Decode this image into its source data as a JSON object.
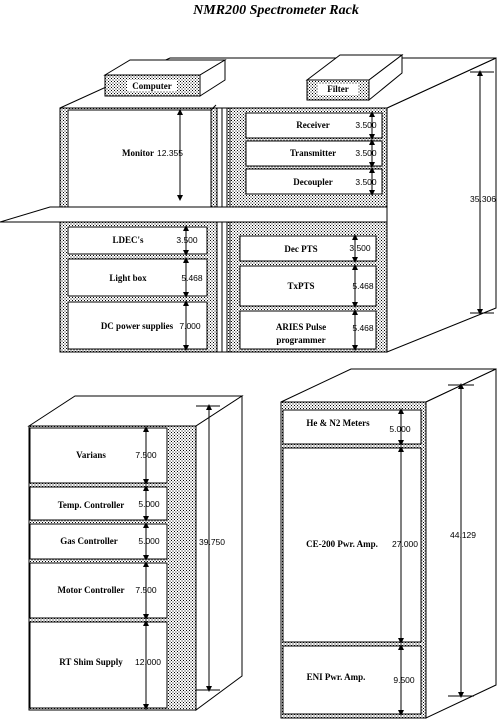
{
  "title": "NMR200 Spectrometer Rack",
  "top_rack": {
    "top_boxes": {
      "computer": "Computer",
      "filter": "Filter"
    },
    "left": {
      "monitor": {
        "label": "Monitor",
        "dim": "12.355"
      },
      "ldecs": {
        "label": "LDEC's",
        "dim": "3.500"
      },
      "light_box": {
        "label": "Light box",
        "dim": "5.468"
      },
      "dc_power": {
        "label": "DC power supplies",
        "dim": "7.000"
      }
    },
    "right": {
      "receiver": {
        "label": "Receiver",
        "dim": "3.500"
      },
      "transmitter": {
        "label": "Transmitter",
        "dim": "3.500"
      },
      "decoupler": {
        "label": "Decoupler",
        "dim": "3.500"
      },
      "dec_pts": {
        "label": "Dec PTS",
        "dim": "3.500"
      },
      "tx_pts": {
        "label": "TxPTS",
        "dim": "5.468"
      },
      "aries": {
        "label_line1": "ARIES Pulse",
        "label_line2": "programmer",
        "dim": "5.468"
      }
    },
    "total_height": "35.306"
  },
  "bottom_left_rack": {
    "items": [
      {
        "label": "Varians",
        "dim": "7.500"
      },
      {
        "label": "Temp. Controller",
        "dim": "5.000"
      },
      {
        "label": "Gas Controller",
        "dim": "5.000"
      },
      {
        "label": "Motor Controller",
        "dim": "7.500"
      },
      {
        "label": "RT Shim Supply",
        "dim": "12.000"
      }
    ],
    "total_height": "39.750"
  },
  "bottom_right_rack": {
    "items": [
      {
        "label": "He & N2 Meters",
        "dim": "5.000"
      },
      {
        "label": "CE-200 Pwr. Amp.",
        "dim": "27.000"
      },
      {
        "label": "ENI Pwr. Amp.",
        "dim": "9.500"
      }
    ],
    "total_height": "44.129"
  }
}
